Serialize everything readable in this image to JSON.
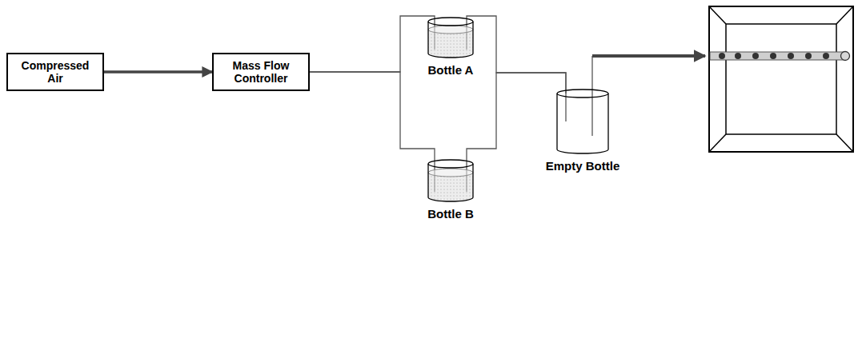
{
  "diagram": {
    "nodes": [
      {
        "text": [
          "Compressed Air"
        ]
      },
      {
        "text": [
          "Mass Flow Controller"
        ]
      },
      {
        "text": [
          "Bottle A"
        ]
      },
      {
        "text": [
          "Bottle B"
        ]
      },
      {
        "text": [
          "Empty Bottle"
        ]
      }
    ],
    "edges": [
      {
        "from": 0,
        "to": 1,
        "arrow": "to"
      },
      {
        "from": 1,
        "to": 2,
        "arrow": "none"
      },
      {
        "from": 1,
        "to": 3,
        "arrow": "none"
      },
      {
        "from": 2,
        "to": 4,
        "arrow": "none"
      },
      {
        "from": 3,
        "to": 4,
        "arrow": "none"
      }
    ]
  }
}
